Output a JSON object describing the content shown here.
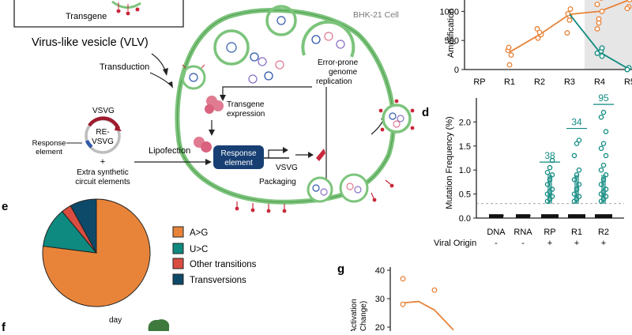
{
  "colors": {
    "membrane": "#7cc47c",
    "membrane_dark": "#4f9a4f",
    "spike": "#c8283a",
    "orange": "#e8843a",
    "teal": "#0f8a80",
    "red": "#d94d40",
    "navy": "#0d4a69",
    "shade": "#e6e6e6",
    "pink": "#e07b92",
    "blue": "#2f58a8",
    "purple": "#8a72c4"
  },
  "diagram": {
    "transgene_label": "Transgene",
    "vlv_label": "Virus-like vesicle (VLV)",
    "cell_label": "BHK-21 Cell",
    "transduction": "Transduction",
    "replication": [
      "Error-prone",
      "genome",
      "replication"
    ],
    "transgene_expression": [
      "Transgene",
      "expression"
    ],
    "vsvg_plasmid": "VSVG",
    "re_vsvg": [
      "RE-",
      "VSVG"
    ],
    "response_element_side": [
      "Response",
      "element"
    ],
    "plus": "+",
    "extra": [
      "Extra synthetic",
      "circuit elements"
    ],
    "lipofection": "Lipofection",
    "response_box": [
      "Response",
      "element"
    ],
    "vsvg_out": "VSVG",
    "packaging": "Packaging"
  },
  "panel_d": {
    "letter": "d",
    "ylabel": "Mutation Frequency (%)",
    "yticks": [
      "0.0",
      "0.5",
      "1.0",
      "1.5",
      "2.0"
    ],
    "categories": [
      "DNA",
      "RNA",
      "RP",
      "R1",
      "R2"
    ],
    "viral_origin_label": "Viral Origin",
    "viral_origin": [
      "-",
      "-",
      "+",
      "+",
      "+"
    ],
    "counts": [
      "38",
      "34",
      "95"
    ]
  },
  "panel_e": {
    "letter": "e",
    "legend": [
      "A>G",
      "U>C",
      "Other transitions",
      "Transversions"
    ]
  },
  "panel_f": {
    "letter": "f",
    "label_partial": "day"
  },
  "panel_g": {
    "letter": "g",
    "ylabel": [
      "Activation",
      "Change)"
    ],
    "yticks": [
      "40",
      "30",
      "20"
    ]
  },
  "panel_top": {
    "ylabel": "Amplification",
    "yticks": [
      "1000",
      "500",
      "0"
    ],
    "categories": [
      "RP",
      "R1",
      "R2",
      "R3",
      "R4",
      "R5"
    ]
  },
  "chart_data": [
    {
      "type": "line",
      "panel": "top",
      "categories": [
        "RP",
        "R1",
        "R2",
        "R3",
        "R4",
        "R5"
      ],
      "ylim": [
        0,
        1250
      ],
      "shaded_categories": [
        "R4",
        "R5"
      ],
      "series": [
        {
          "color": "orange",
          "values": [
            null,
            300,
            600,
            950,
            1000,
            1200
          ],
          "points": [
            [
              1,
              80
            ],
            [
              1,
              250
            ],
            [
              1,
              330
            ],
            [
              1,
              380
            ],
            [
              2,
              540
            ],
            [
              2,
              600
            ],
            [
              2,
              640
            ],
            [
              2,
              700
            ],
            [
              3,
              630
            ],
            [
              3,
              850
            ],
            [
              3,
              920
            ],
            [
              3,
              960
            ],
            [
              3,
              1040
            ],
            [
              4,
              1000
            ],
            [
              4,
              870
            ],
            [
              4,
              800
            ],
            [
              4,
              700
            ],
            [
              4,
              1120
            ],
            [
              4,
              1230
            ],
            [
              5,
              1200
            ],
            [
              5,
              1080
            ],
            [
              5,
              1050
            ]
          ]
        },
        {
          "color": "teal",
          "values": [
            null,
            null,
            null,
            950,
            300,
            0
          ],
          "points": [
            [
              4,
              320
            ],
            [
              4,
              370
            ],
            [
              4,
              280
            ],
            [
              4,
              230
            ],
            [
              5,
              30
            ],
            [
              5,
              0
            ]
          ]
        }
      ]
    },
    {
      "type": "scatter",
      "panel": "d",
      "categories": [
        "DNA",
        "RNA",
        "RP",
        "R1",
        "R2"
      ],
      "ylim": [
        0,
        2.5
      ],
      "threshold": 0.3,
      "high_values": {
        "RP": [
          0.35,
          0.4,
          0.45,
          0.5,
          0.55,
          0.6,
          0.7,
          0.8,
          0.9,
          0.95,
          1.05,
          1.2
        ],
        "R1": [
          0.35,
          0.4,
          0.45,
          0.5,
          0.6,
          0.7,
          0.8,
          0.9,
          1.0,
          1.3,
          1.55,
          1.62
        ],
        "R2": [
          0.35,
          0.4,
          0.45,
          0.5,
          0.55,
          0.6,
          0.7,
          0.8,
          0.9,
          1.0,
          1.1,
          1.3,
          1.45,
          1.55,
          1.8,
          2.1,
          2.2
        ]
      }
    },
    {
      "type": "pie",
      "panel": "e",
      "labels": [
        "A>G",
        "U>C",
        "Other transitions",
        "Transversions"
      ],
      "values": [
        77,
        12,
        3,
        8
      ]
    },
    {
      "type": "scatter",
      "panel": "g",
      "ylim": [
        15,
        40
      ],
      "points": [
        [
          0,
          37
        ],
        [
          0,
          28
        ],
        [
          1,
          33
        ]
      ],
      "curve": [
        [
          0,
          28.5
        ],
        [
          0.5,
          29
        ],
        [
          1,
          26
        ],
        [
          1.6,
          19
        ]
      ]
    }
  ]
}
